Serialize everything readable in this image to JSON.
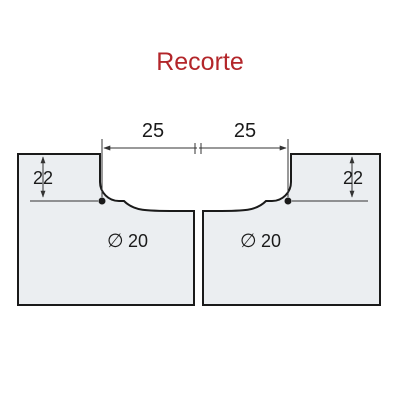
{
  "title": "Recorte",
  "colors": {
    "title": "#b3262a",
    "plate_fill": "#ebeef1",
    "outline": "#1a1a1a",
    "dimension_line": "#333333"
  },
  "dimensions": {
    "left_offset": "25",
    "right_offset": "25",
    "left_depth": "22",
    "right_depth": "22",
    "left_hole_diameter": "20",
    "right_hole_diameter": "20",
    "diameter_symbol": "∅"
  }
}
